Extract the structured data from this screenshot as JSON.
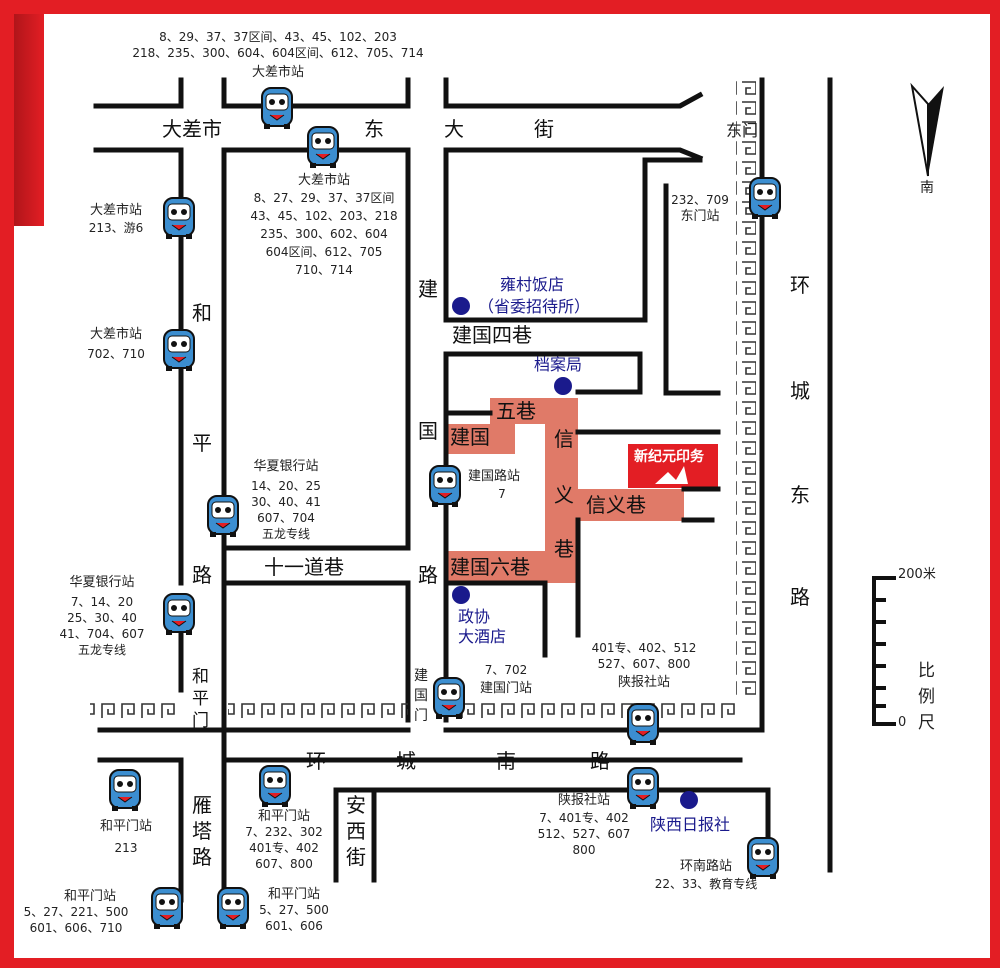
{
  "roads": {
    "dachashi_east": [
      "大差市",
      "东",
      "大",
      "街"
    ],
    "jianguo_road": [
      "建",
      "国",
      "路"
    ],
    "heping_road": [
      "和",
      "平",
      "路"
    ],
    "huancheng_east": [
      "环",
      "城",
      "东",
      "路"
    ],
    "huancheng_south": [
      "环",
      "城",
      "南",
      "路"
    ],
    "yanta_road": [
      "雁",
      "塔",
      "路"
    ],
    "anxi_street": [
      "安",
      "西",
      "街"
    ],
    "heping_gate": [
      "和",
      "平",
      "门"
    ],
    "jianguo_gate": [
      "建",
      "国",
      "门"
    ],
    "shiyidao_lane": "十一道巷",
    "jianguo_4th_lane": "建国四巷",
    "jianguo_5th_lane_a": "五巷",
    "jianguo_5th_lane_b": "建国",
    "jianguo_6th_lane": "建国六巷",
    "xinyi_lane": "信义巷",
    "xinyi_vertical": [
      "信",
      "义",
      "巷"
    ],
    "dongmen": "东门"
  },
  "pois": {
    "yongcun_1": "雍村饭店",
    "yongcun_2": "（省委招待所）",
    "archives": "档案局",
    "zhengxie_1": "政协",
    "zhengxie_2": "大酒店",
    "shaanxi_daily": "陕西日报社",
    "destination": "新纪元印务"
  },
  "compass": {
    "label": "南"
  },
  "scale": {
    "top": "200米",
    "bottom": "0",
    "label": [
      "比",
      "例",
      "尺"
    ]
  },
  "stops": {
    "dcs_top": {
      "lines": [
        "8、29、37、37区间、43、45、102、203",
        "218、235、300、604、604区间、612、705、714"
      ],
      "name": "大差市站"
    },
    "dcs_mid": {
      "name": "大差市站",
      "lines": [
        "8、27、29、37、37区间",
        "43、45、102、203、218",
        "235、300、602、604",
        "604区间、612、705",
        "710、714"
      ]
    },
    "dcs_left1": {
      "name": "大差市站",
      "lines": [
        "213、游6"
      ]
    },
    "dcs_left2": {
      "name": "大差市站",
      "lines": [
        "702、710"
      ]
    },
    "dongmen": {
      "lines": [
        "232、709"
      ],
      "name": "东门站"
    },
    "huaxia_inner": {
      "name": "华夏银行站",
      "lines": [
        "14、20、25",
        "30、40、41",
        "607、704",
        "五龙专线"
      ]
    },
    "huaxia_left": {
      "name": "华夏银行站",
      "lines": [
        "7、14、20",
        "25、30、40",
        "41、704、607",
        "五龙专线"
      ]
    },
    "jianguolu": {
      "name": "建国路站",
      "lines": [
        "7"
      ]
    },
    "jianguomen": {
      "lines": [
        "7、702"
      ],
      "name": "建国门站"
    },
    "shaanbao_north": {
      "lines": [
        "401专、402、512",
        "527、607、800"
      ],
      "name": "陕报社站"
    },
    "shaanbao_south": {
      "name": "陕报社站",
      "lines": [
        "7、401专、402",
        "512、527、607",
        "800"
      ]
    },
    "huannan": {
      "name": "环南路站",
      "lines": [
        "22、33、教育专线"
      ]
    },
    "hpm_1": {
      "name": "和平门站",
      "lines": [
        "213"
      ]
    },
    "hpm_2": {
      "name": "和平门站",
      "lines": [
        "7、232、302",
        "401专、402",
        "607、800"
      ]
    },
    "hpm_3": {
      "name": "和平门站",
      "lines": [
        "5、27、221、500",
        "601、606、710"
      ]
    },
    "hpm_4": {
      "name": "和平门站",
      "lines": [
        "5、27、500",
        "601、606"
      ]
    }
  },
  "colors": {
    "frame": "#e31e24",
    "highlight": "#e07a68",
    "road": "#111111",
    "poi_dot": "#1a1a8c"
  }
}
